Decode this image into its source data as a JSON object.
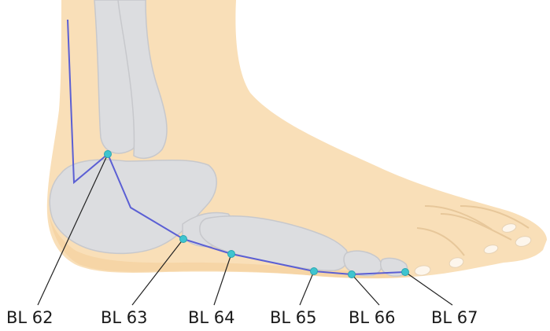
{
  "diagram": {
    "colors": {
      "skin": "#f9dfb8",
      "skin_shadow": "#f3cf9a",
      "bone": "#dcdde0",
      "bone_stroke": "#c7c8cc",
      "meridian": "#5b5fd4",
      "point": "#3fc4cf",
      "leader": "#222222"
    },
    "points": [
      {
        "id": "bl62",
        "label": "BL 62"
      },
      {
        "id": "bl63",
        "label": "BL 63"
      },
      {
        "id": "bl64",
        "label": "BL 64"
      },
      {
        "id": "bl65",
        "label": "BL 65"
      },
      {
        "id": "bl66",
        "label": "BL 66"
      },
      {
        "id": "bl67",
        "label": "BL 67"
      }
    ]
  }
}
